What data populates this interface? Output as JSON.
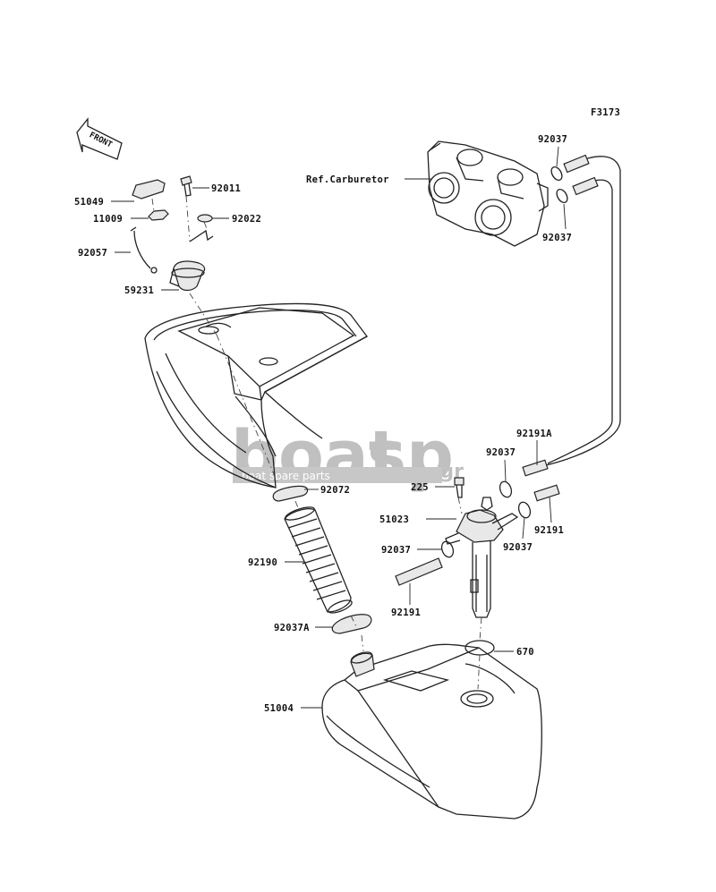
{
  "figure_code": "F3173",
  "front_label": "FRONT",
  "watermark": {
    "brand_left": "boat",
    "brand_right": "sp",
    "suffix": ".gr",
    "tagline": "boat spare parts"
  },
  "callouts": {
    "c51049": "51049",
    "c92011": "92011",
    "c11009": "11009",
    "c92022": "92022",
    "c92057": "92057",
    "c59231": "59231",
    "ref_carb": "Ref.Carburetor",
    "c92037_a": "92037",
    "c92037_b": "92037",
    "c92191A": "92191A",
    "c92037_c": "92037",
    "c225": "225",
    "c92072": "92072",
    "c51023": "51023",
    "c92191_a": "92191",
    "c92037_d": "92037",
    "c92037_e": "92037",
    "c92190": "92190",
    "c92191_b": "92191",
    "c92037A": "92037A",
    "c670": "670",
    "c51004": "51004"
  }
}
